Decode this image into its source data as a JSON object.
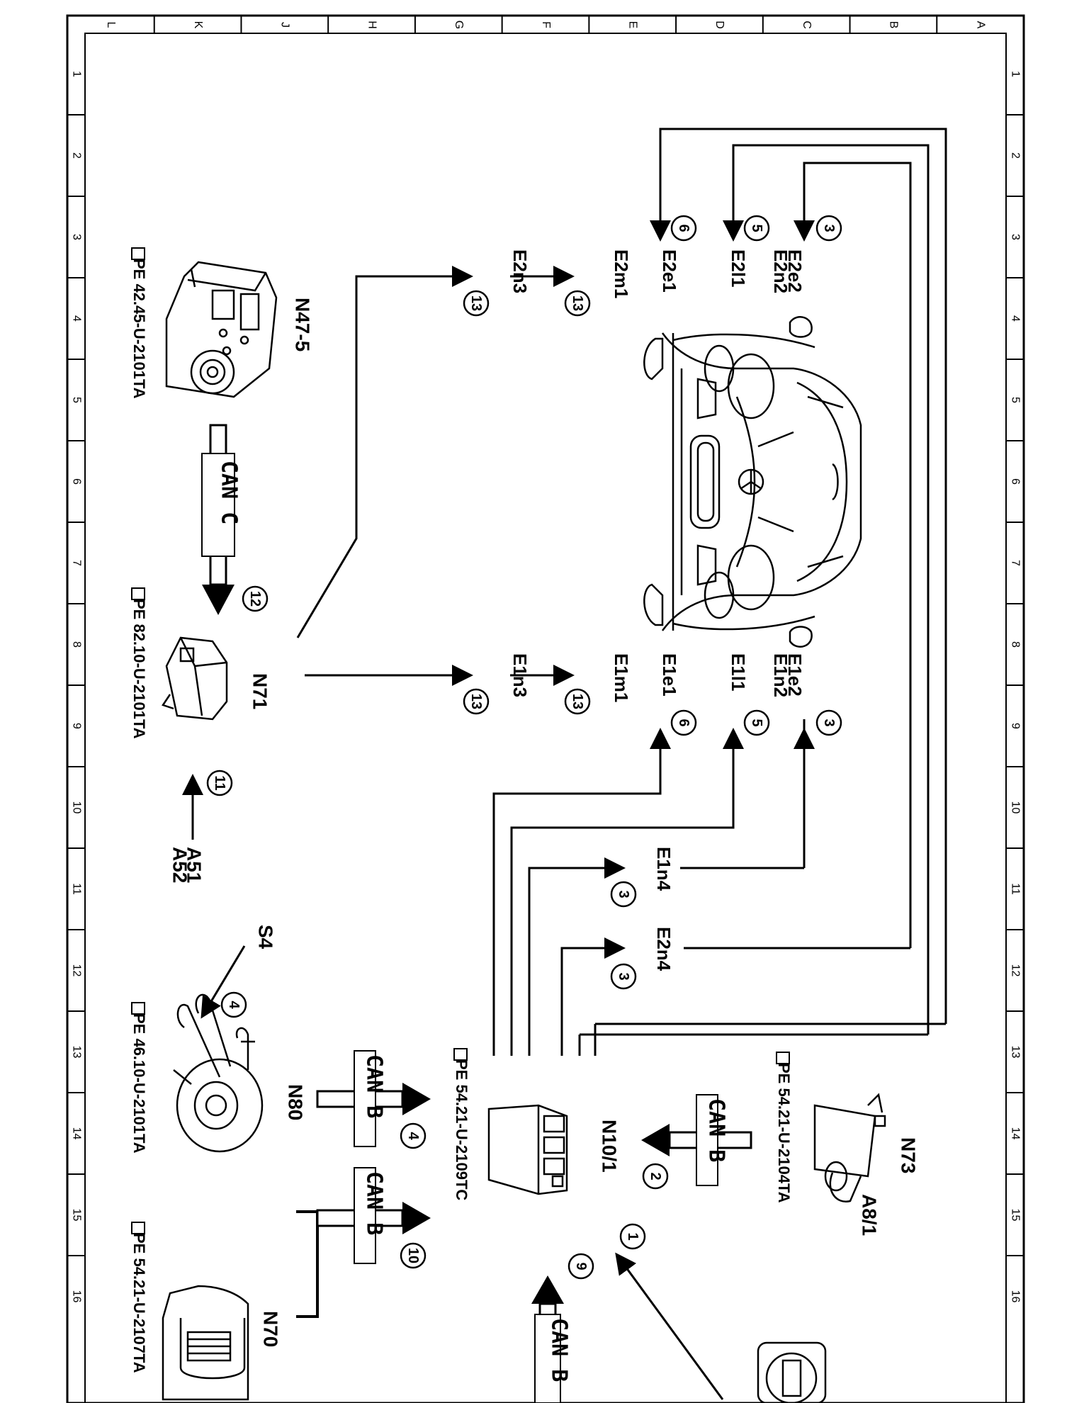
{
  "grid": {
    "letters": [
      "L",
      "K",
      "J",
      "H",
      "G",
      "F",
      "E",
      "D",
      "C",
      "B",
      "A"
    ],
    "numbers": [
      "1",
      "2",
      "3",
      "4",
      "5",
      "6",
      "7",
      "8",
      "9",
      "10",
      "11",
      "12",
      "13",
      "14",
      "15",
      "16"
    ]
  },
  "components": {
    "n47_5": "N47-5",
    "n71": "N71",
    "n80": "N80",
    "n70": "N70",
    "n73": "N73",
    "a8_1": "A8/1",
    "n10_1": "N10/1",
    "s4": "S4",
    "a51": "A51",
    "a52": "A52"
  },
  "references": {
    "n47_5": "PE 42.45-U-2101TA",
    "n71": "PE 82.10-U-2101TA",
    "n80": "PE 46.10-U-2101TA",
    "n70": "PE 54.21-U-2107TA",
    "n73": "PE 54.21-U-2104TA",
    "n10_1": "PE 54.21-U-2109TC"
  },
  "lamps": {
    "e2e1": "E2e1",
    "e2l1": "E2l1",
    "e2e2": "E2e2",
    "e2n2": "E2n2",
    "e2m1": "E2m1",
    "e2n3": "E2n3",
    "e1e1": "E1e1",
    "e1l1": "E1l1",
    "e1e2": "E1e2",
    "e1n2": "E1n2",
    "e1m1": "E1m1",
    "e1n3": "E1n3",
    "e1n4": "E1n4",
    "e2n4": "E2n4"
  },
  "bus": {
    "can_c": "CAN C",
    "can_b": "CAN B"
  },
  "signals": {
    "s1": "1",
    "s2": "2",
    "s3": "3",
    "s4": "4",
    "s5": "5",
    "s6": "6",
    "s9": "9",
    "s10": "10",
    "s11": "11",
    "s12": "12",
    "s13": "13"
  }
}
